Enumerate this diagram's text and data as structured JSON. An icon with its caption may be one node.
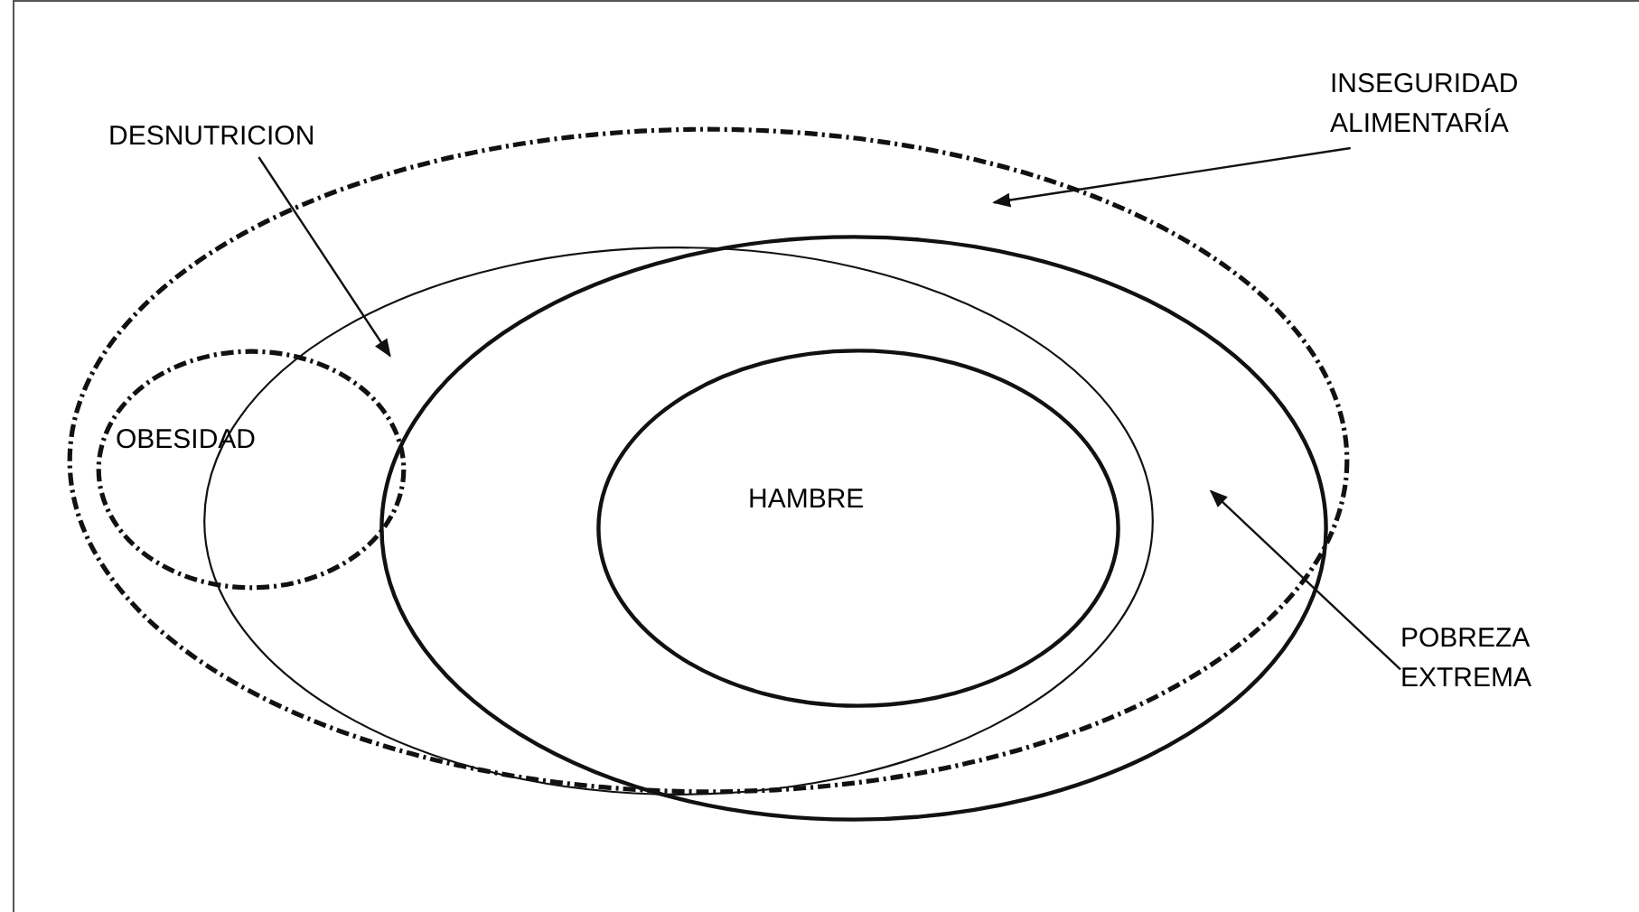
{
  "diagram": {
    "nodes": [
      {
        "text": [],
        "shape": "ellipse"
      },
      {
        "text": [],
        "shape": "ellipse",
        "in": 0
      },
      {
        "text": [],
        "shape": "ellipse",
        "in": 0
      },
      {
        "text": [
          "HAMBRE"
        ],
        "in": 1
      },
      {
        "text": [
          "OBESIDAD"
        ],
        "in": 0
      },
      {
        "text": [
          "DESNUTRICION"
        ]
      },
      {
        "text": [
          "INSEGURIDAD ALIMENTARÍA"
        ]
      },
      {
        "text": [
          "POBREZA EXTREMA"
        ]
      }
    ],
    "edges": [
      {
        "from": 5,
        "to": 1,
        "arrow": "to"
      },
      {
        "from": 6,
        "to": 0,
        "arrow": "to"
      },
      {
        "from": 7,
        "to": 2,
        "arrow": "to"
      }
    ]
  }
}
